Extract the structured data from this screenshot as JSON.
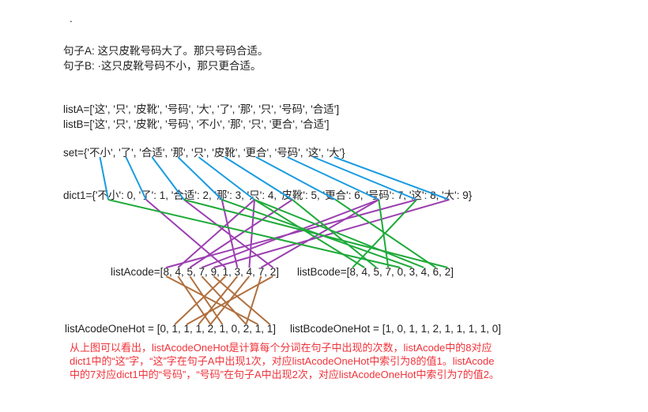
{
  "dot": ".",
  "sentenceA": "句子A:  这只皮靴号码大了。那只号码合适。",
  "sentenceB": "句子B: ·这只皮靴号码不小，那只更合适。",
  "listA": {
    "label": "listA=",
    "items": [
      "这",
      "只",
      "皮靴",
      "号码",
      "大",
      "了",
      "那",
      "只",
      "号码",
      "合适"
    ]
  },
  "listB": {
    "label": "listB=",
    "items": [
      "这",
      "只",
      "皮靴",
      "号码",
      "不小",
      "那",
      "只",
      "更合",
      "合适"
    ]
  },
  "set": {
    "label": "set=",
    "items": [
      "不小",
      "了",
      "合适",
      "那",
      "只",
      "皮靴",
      "更合",
      "号码",
      "这",
      "大"
    ]
  },
  "dict1": {
    "label": "dict1=",
    "items": [
      [
        "不小",
        0
      ],
      [
        "了",
        1
      ],
      [
        "合适",
        2
      ],
      [
        "那",
        3
      ],
      [
        "只",
        4
      ],
      [
        "皮靴",
        5
      ],
      [
        "更合",
        6
      ],
      [
        "号码",
        7
      ],
      [
        "这",
        8
      ],
      [
        "大",
        9
      ]
    ]
  },
  "listAcode": {
    "label": "listAcode=",
    "items": [
      8,
      4,
      5,
      7,
      9,
      1,
      3,
      4,
      7,
      2
    ]
  },
  "listBcode": {
    "label": "listBcode=",
    "items": [
      8,
      4,
      5,
      7,
      0,
      3,
      4,
      6,
      2
    ]
  },
  "listAcodeOneHot": {
    "label": "listAcodeOneHot = ",
    "items": [
      0,
      1,
      1,
      1,
      2,
      1,
      0,
      2,
      1,
      1
    ]
  },
  "listBcodeOneHot": {
    "label": "listBcodeOneHot = ",
    "items": [
      1,
      0,
      1,
      1,
      2,
      1,
      1,
      1,
      1,
      0
    ]
  },
  "note": "从上图可以看出，listAcodeOneHot是计算每个分词在句子中出现的次数，listAcode中的8对应dict1中的“这”字，“这”字在句子A中出现1次，对应listAcodeOneHot中索引为8的值1。listAcode中的7对应dict1中的“号码”，“号码”在句子A中出现2次，对应listAcodeOneHot中索引为7的值2。",
  "colors": {
    "blue": "#1a9be0",
    "purple": "#9b3fb0",
    "green": "#1faa3a",
    "brown": "#b0703f",
    "note": "#f0333a"
  }
}
